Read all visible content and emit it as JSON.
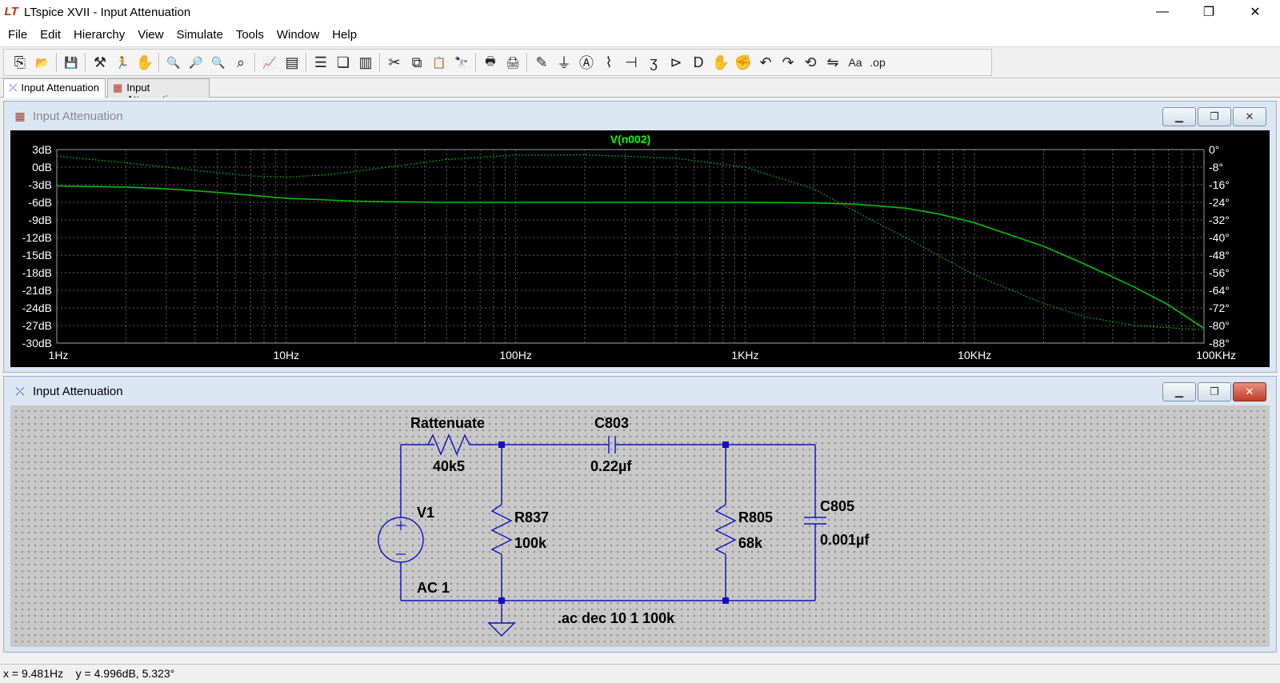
{
  "window": {
    "title": "LTspice XVII - Input Attenuation",
    "minimize": "—",
    "maximize": "❐",
    "close": "✕"
  },
  "menu": [
    "File",
    "Edit",
    "Hierarchy",
    "View",
    "Simulate",
    "Tools",
    "Window",
    "Help"
  ],
  "toolbar": [
    {
      "name": "new-schematic-icon",
      "glyph": "⎘"
    },
    {
      "name": "open-folder-icon",
      "glyph": "📂"
    },
    {
      "sep": true
    },
    {
      "name": "save-icon",
      "glyph": "💾"
    },
    {
      "sep": true
    },
    {
      "name": "control-panel-icon",
      "glyph": "⚒"
    },
    {
      "name": "run-icon",
      "glyph": "🏃"
    },
    {
      "name": "halt-icon",
      "glyph": "✋"
    },
    {
      "sep": true
    },
    {
      "name": "zoom-in-icon",
      "glyph": "🔍"
    },
    {
      "name": "zoom-pan-icon",
      "glyph": "🔎"
    },
    {
      "name": "zoom-out-icon",
      "glyph": "🔍"
    },
    {
      "name": "zoom-fit-icon",
      "glyph": "⌕"
    },
    {
      "sep": true
    },
    {
      "name": "autorange-icon",
      "glyph": "📈"
    },
    {
      "name": "plot-settings-icon",
      "glyph": "▤"
    },
    {
      "sep": true
    },
    {
      "name": "tile-horizontal-icon",
      "glyph": "☰"
    },
    {
      "name": "cascade-icon",
      "glyph": "❏"
    },
    {
      "name": "tile-vertical-icon",
      "glyph": "▥"
    },
    {
      "sep": true
    },
    {
      "name": "cut-icon",
      "glyph": "✂"
    },
    {
      "name": "copy-icon",
      "glyph": "⧉"
    },
    {
      "name": "paste-icon",
      "glyph": "📋"
    },
    {
      "name": "find-icon",
      "glyph": "🔭"
    },
    {
      "sep": true
    },
    {
      "name": "print-icon",
      "glyph": "🖶"
    },
    {
      "name": "print-setup-icon",
      "glyph": "🖨"
    },
    {
      "sep": true
    },
    {
      "name": "draw-wire-icon",
      "glyph": "✎"
    },
    {
      "name": "ground-icon",
      "glyph": "⏚"
    },
    {
      "name": "label-net-icon",
      "glyph": "Ⓐ"
    },
    {
      "name": "resistor-icon",
      "glyph": "⌇"
    },
    {
      "name": "capacitor-icon",
      "glyph": "⊣"
    },
    {
      "name": "inductor-icon",
      "glyph": "ʒ"
    },
    {
      "name": "diode-icon",
      "glyph": "⊳"
    },
    {
      "name": "component-icon",
      "glyph": "D"
    },
    {
      "name": "move-icon",
      "glyph": "✋"
    },
    {
      "name": "drag-icon",
      "glyph": "✊"
    },
    {
      "name": "undo-icon",
      "glyph": "↶"
    },
    {
      "name": "redo-icon",
      "glyph": "↷"
    },
    {
      "name": "rotate-icon",
      "glyph": "⟲"
    },
    {
      "name": "mirror-icon",
      "glyph": "⇋"
    },
    {
      "name": "text-icon",
      "glyph": "Aa"
    },
    {
      "name": "spice-directive-icon",
      "glyph": ".op"
    }
  ],
  "tabs": [
    {
      "label": "Input Attenuation",
      "kind": "schematic"
    },
    {
      "label": "Input Attenuation",
      "kind": "plot"
    }
  ],
  "plot_window": {
    "title": "Input Attenuation",
    "trace_name": "V(n002)",
    "colors": {
      "background": "#000000",
      "trace": "#00c000",
      "grid": "#606060",
      "text": "#ffffff",
      "trace_label": "#00ff00"
    }
  },
  "chart_data": {
    "type": "line",
    "title": "V(n002)",
    "x_scale": "log",
    "xlim": [
      1,
      100000
    ],
    "x_ticks": [
      "1Hz",
      "10Hz",
      "100Hz",
      "1KHz",
      "10KHz",
      "100KHz"
    ],
    "y_left_ticks": [
      "3dB",
      "0dB",
      "-3dB",
      "-6dB",
      "-9dB",
      "-12dB",
      "-15dB",
      "-18dB",
      "-21dB",
      "-24dB",
      "-27dB",
      "-30dB"
    ],
    "y_left_range": [
      -30,
      3
    ],
    "y_right_ticks": [
      "0°",
      "-8°",
      "-16°",
      "-24°",
      "-32°",
      "-40°",
      "-48°",
      "-56°",
      "-64°",
      "-72°",
      "-80°",
      "-88°"
    ],
    "y_right_range": [
      -88,
      0
    ],
    "series": [
      {
        "style": "solid",
        "axis": "left",
        "x": [
          1,
          2,
          3,
          5,
          7,
          10,
          20,
          30,
          50,
          100,
          200,
          500,
          1000,
          2000,
          3000,
          5000,
          7000,
          10000,
          20000,
          30000,
          50000,
          70000,
          100000
        ],
        "y": [
          -3.2,
          -3.4,
          -3.7,
          -4.3,
          -4.8,
          -5.3,
          -5.8,
          -5.9,
          -6.0,
          -6.0,
          -6.0,
          -6.0,
          -6.0,
          -6.1,
          -6.3,
          -7.0,
          -8.0,
          -9.5,
          -13.5,
          -16.5,
          -20.5,
          -23.5,
          -27.5
        ]
      },
      {
        "style": "dotted",
        "axis": "right",
        "x": [
          1,
          2,
          3,
          5,
          7,
          10,
          15,
          20,
          30,
          50,
          100,
          200,
          300,
          500,
          1000,
          2000,
          3000,
          5000,
          10000,
          20000,
          30000,
          50000,
          100000
        ],
        "y": [
          -3,
          -6,
          -8,
          -10.5,
          -12,
          -12.5,
          -11.5,
          -10,
          -7.5,
          -4.5,
          -2.5,
          -2.4,
          -3,
          -4,
          -8,
          -18,
          -28,
          -40,
          -57,
          -70,
          -76,
          -80,
          -82
        ]
      }
    ]
  },
  "schematic_window": {
    "title": "Input Attenuation",
    "colors": {
      "wire": "#1010c0",
      "junction": "#1010c0",
      "background": "#c8c8c8"
    },
    "labels": {
      "r_att_name": "Rattenuate",
      "r_att_value": "40k5",
      "c803_name": "C803",
      "c803_value": "0.22µf",
      "v1_name": "V1",
      "v1_value": "AC 1",
      "r837_name": "R837",
      "r837_value": "100k",
      "r805_name": "R805",
      "r805_value": "68k",
      "c805_name": "C805",
      "c805_value": "0.001µf",
      "directive": ".ac dec 10 1 100k"
    }
  },
  "status": {
    "x": "x = 9.481Hz",
    "y": "y = 4.996dB, 5.323°"
  }
}
